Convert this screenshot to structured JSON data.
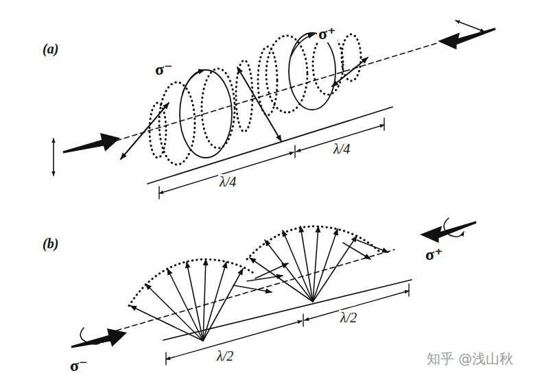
{
  "diagram": {
    "labels": [
      "(a)",
      "σ⁻",
      "σ⁺",
      "λ/4",
      "λ/4",
      "(b)",
      "λ/2",
      "λ/2",
      "σ⁻",
      "σ⁺",
      "知乎 @浅山秋"
    ]
  }
}
